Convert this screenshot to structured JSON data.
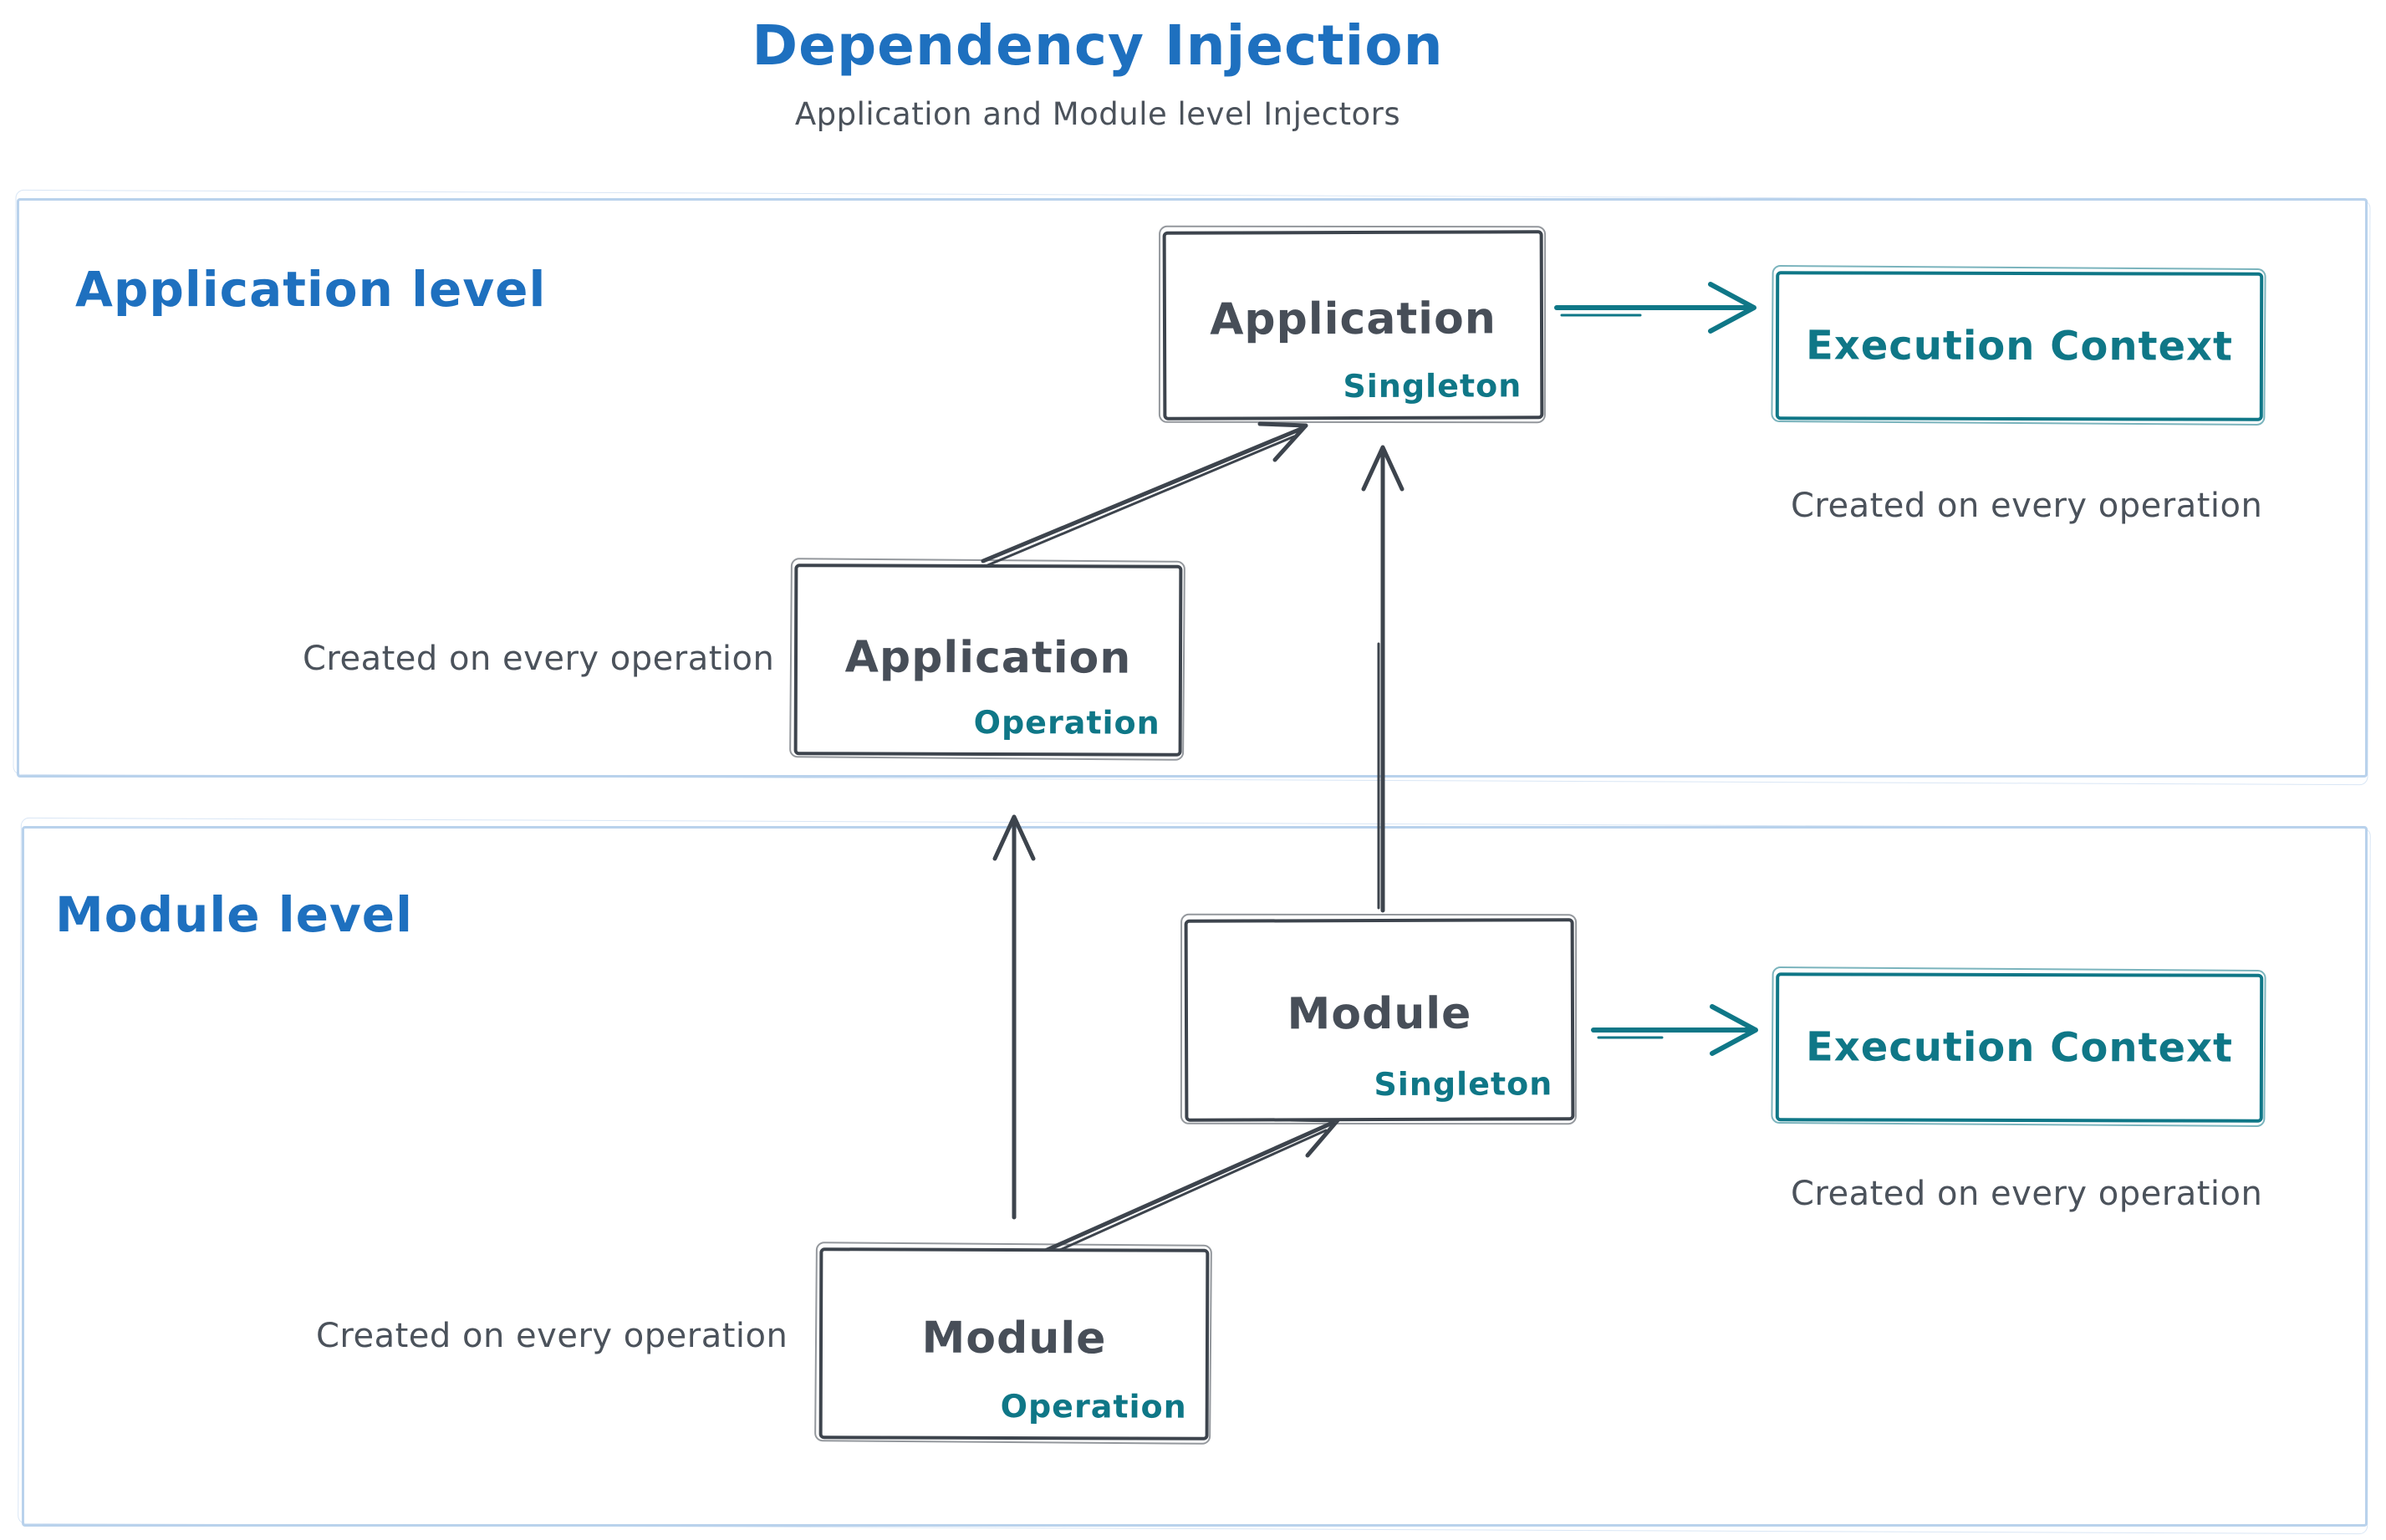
{
  "title": "Dependency Injection",
  "subtitle": "Application and Module level Injectors",
  "colors": {
    "blue": "#1e70bf",
    "teal": "#0f7787",
    "dark": "#3d444d",
    "text_gray": "#4b525b",
    "container_blue": "#b9d2ec"
  },
  "sections": {
    "application": {
      "label": "Application level"
    },
    "module": {
      "label": "Module level"
    }
  },
  "boxes": {
    "app_singleton": {
      "title": "Application",
      "badge": "Singleton"
    },
    "app_operation": {
      "title": "Application",
      "badge": "Operation"
    },
    "module_singleton": {
      "title": "Module",
      "badge": "Singleton"
    },
    "module_operation": {
      "title": "Module",
      "badge": "Operation"
    },
    "exec_app": {
      "title": "Execution Context"
    },
    "exec_module": {
      "title": "Execution Context"
    }
  },
  "notes": {
    "app_operation": "Created on every operation",
    "exec_app": "Created on every operation",
    "module_operation": "Created on every operation",
    "exec_module": "Created on every operation"
  }
}
